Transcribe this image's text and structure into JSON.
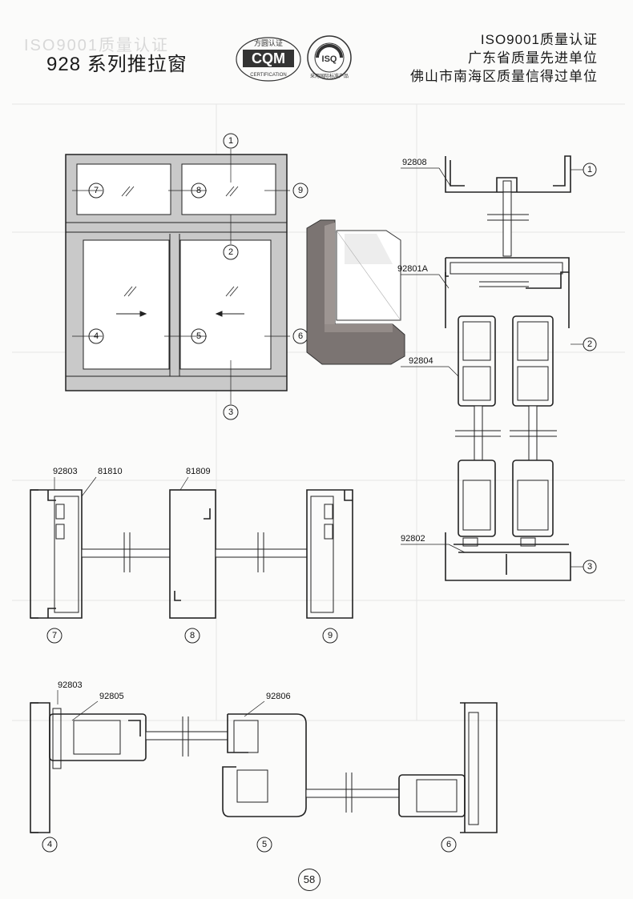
{
  "header": {
    "title": "928 系列推拉窗",
    "logo_cqm": "CQM",
    "logo_cqm_top": "方圆认证",
    "logo_cqm_bottom": "CERTIFICATION",
    "logo_isq": "ISQ",
    "logo_isq_ring": "采用国际标准产品",
    "cert_lines": [
      "ISO9001质量认证",
      "广东省质量先进单位",
      "佛山市南海区质量信得过单位"
    ]
  },
  "elevation": {
    "markers": [
      "1",
      "2",
      "3",
      "4",
      "5",
      "6",
      "7",
      "8",
      "9"
    ]
  },
  "section_right": {
    "labels": [
      "92808",
      "92801A",
      "92804",
      "92802"
    ],
    "markers": [
      "1",
      "2",
      "3"
    ]
  },
  "section_middle": {
    "labels": [
      "92803",
      "81810",
      "81809"
    ],
    "markers": [
      "7",
      "8",
      "9"
    ]
  },
  "section_bottom": {
    "labels": [
      "92803",
      "92805",
      "92806"
    ],
    "markers": [
      "4",
      "5",
      "6"
    ]
  },
  "footer": {
    "page_number": "58"
  },
  "colors": {
    "frame_fill": "#c9c9c9",
    "profile_3d": "#7b7472",
    "line": "#222222"
  }
}
